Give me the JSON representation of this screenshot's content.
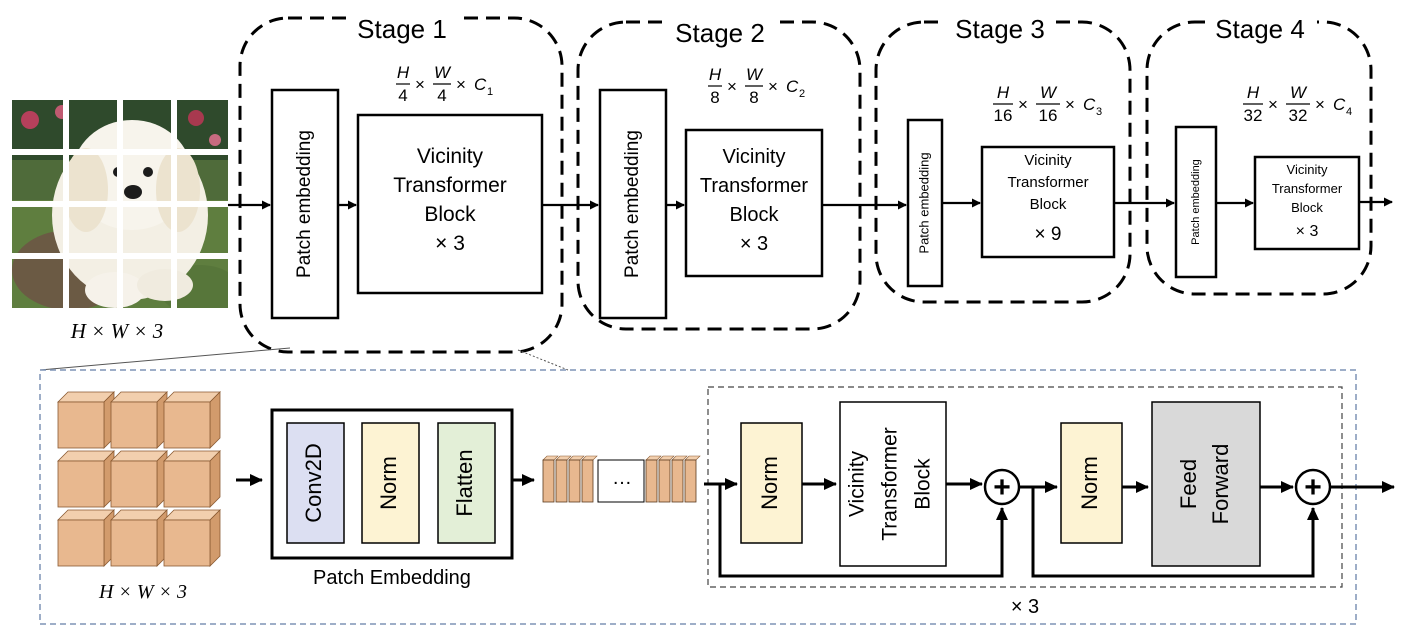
{
  "input": {
    "label": "H × W  × 3",
    "image": "puppy-photo-split-into-patches"
  },
  "stages": [
    {
      "title": "Stage 1",
      "patch_label": "Patch embedding",
      "block_lines": [
        "Vicinity",
        "Transformer",
        "Block",
        "× 3"
      ],
      "dims": {
        "num1": "H",
        "den1": "4",
        "num2": "W",
        "den2": "4",
        "channel": "C",
        "sub": "1"
      }
    },
    {
      "title": "Stage 2",
      "patch_label": "Patch embedding",
      "block_lines": [
        "Vicinity",
        "Transformer",
        "Block",
        "× 3"
      ],
      "dims": {
        "num1": "H",
        "den1": "8",
        "num2": "W",
        "den2": "8",
        "channel": "C",
        "sub": "2"
      }
    },
    {
      "title": "Stage 3",
      "patch_label": "Patch embedding",
      "block_lines": [
        "Vicinity",
        "Transformer",
        "Block",
        "× 9"
      ],
      "dims": {
        "num1": "H",
        "den1": "16",
        "num2": "W",
        "den2": "16",
        "channel": "C",
        "sub": "3"
      }
    },
    {
      "title": "Stage 4",
      "patch_label": "Patch embedding",
      "block_lines": [
        "Vicinity",
        "Transformer",
        "Block",
        "× 3"
      ],
      "dims": {
        "num1": "H",
        "den1": "32",
        "num2": "W",
        "den2": "32",
        "channel": "C",
        "sub": "4"
      }
    }
  ],
  "detail": {
    "cube_label": "H × W × 3",
    "patch_embedding": {
      "title": "Patch Embedding",
      "conv": "Conv2D",
      "norm": "Norm",
      "flatten": "Flatten"
    },
    "tokens_ellipsis": "…",
    "block": {
      "norm1": "Norm",
      "vtb_lines": [
        "Vicinity",
        "Transformer",
        "Block"
      ],
      "norm2": "Norm",
      "ff_lines": [
        "Feed",
        "Forward"
      ],
      "plus": "+",
      "repeat": "× 3"
    }
  },
  "colors": {
    "conv": "#dcdff2",
    "norm": "#fdf3d3",
    "flatten": "#e3efd7",
    "feed_forward": "#d9d9d9",
    "cube_front": "#e8b88f",
    "cube_top": "#f2cfae",
    "cube_side": "#d29b6c",
    "panel_border": "#7f93b5"
  }
}
